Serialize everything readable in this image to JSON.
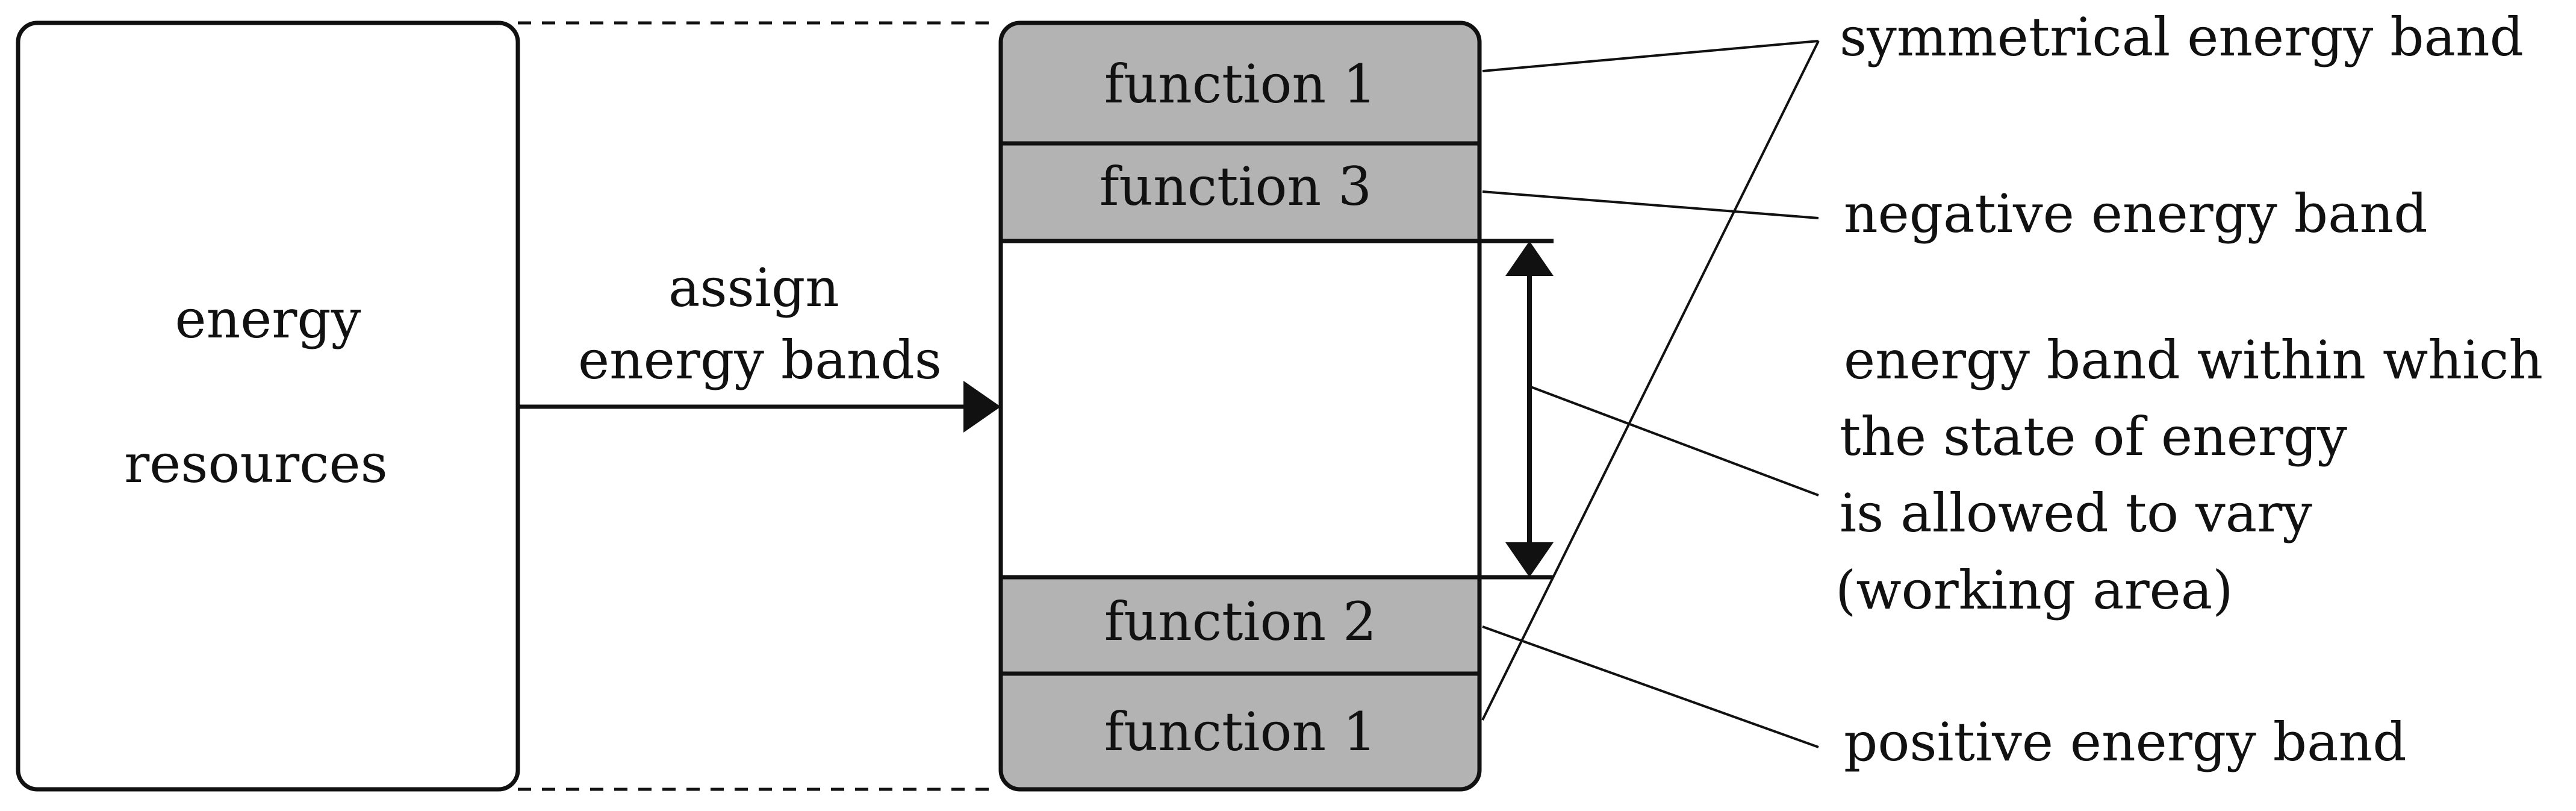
{
  "resources_box": {
    "line1": "energy",
    "line2": "resources"
  },
  "assign_arrow": {
    "label_line1": "assign",
    "label_line2": "energy bands"
  },
  "bands": {
    "top_function_1": "function 1",
    "function_3": "function 3",
    "function_2": "function 2",
    "bottom_function_1": "function 1"
  },
  "annotations": {
    "symmetrical": "symmetrical energy band",
    "negative": "negative energy band",
    "working_line1": "energy band within which",
    "working_line2": "the state of energy",
    "working_line3": "is allowed to vary",
    "working_line4": "(working area)",
    "positive": "positive energy band"
  },
  "colors": {
    "band_fill": "#b3b3b3",
    "stroke": "#111111",
    "background": "#ffffff"
  }
}
